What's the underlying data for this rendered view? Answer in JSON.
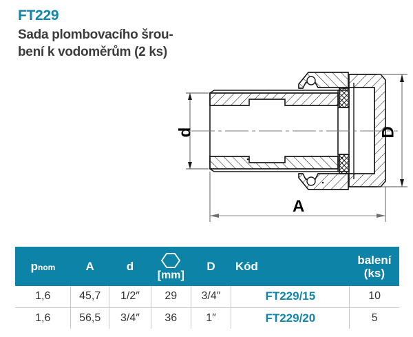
{
  "product": {
    "code": "FT229",
    "title_line1": "Sada plombovacího šrou-",
    "title_line2": "bení k vodoměrům (2 ks)"
  },
  "drawing": {
    "label_d": "d",
    "label_D": "D",
    "label_A": "A",
    "description": "cross-section of water meter union fitting with sealing nut"
  },
  "table": {
    "headers": {
      "pnom_main": "p",
      "pnom_sub": "nom",
      "a": "A",
      "d": "d",
      "hex_icon": "hexagon-icon",
      "hex_unit": "[mm]",
      "d_cap": "D",
      "kod": "Kód",
      "baleni_line1": "balení",
      "baleni_line2": "(ks)"
    },
    "rows": [
      {
        "pnom": "1,6",
        "a": "45,7",
        "d": "1/2″",
        "hex": "29",
        "d_cap": "3/4″",
        "kod": "FT229/15",
        "baleni": "10"
      },
      {
        "pnom": "1,6",
        "a": "56,5",
        "d": "3/4″",
        "hex": "36",
        "d_cap": "1″",
        "kod": "FT229/20",
        "baleni": "5"
      }
    ]
  },
  "colors": {
    "brand_teal": "#0d83a8",
    "code_teal": "#1286aa",
    "title_gray": "#3b3b3b",
    "grid_gray": "#c9c9c9"
  }
}
